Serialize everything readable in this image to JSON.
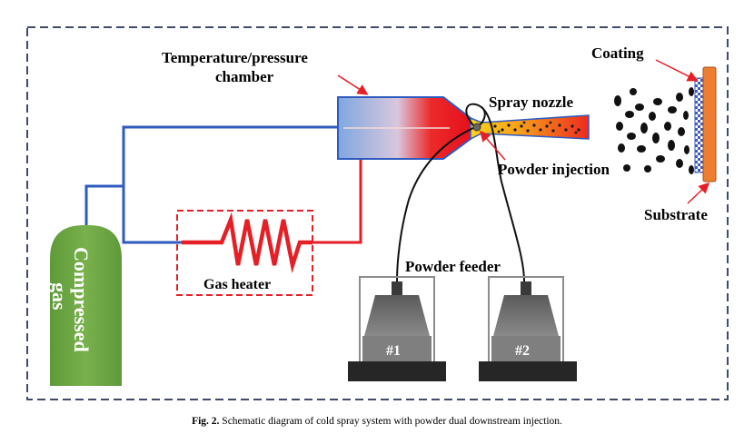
{
  "labels": {
    "chamber_line1": "Temperature/pressure",
    "chamber_line2": "chamber",
    "spray_nozzle": "Spray nozzle",
    "powder_injection": "Powder injection",
    "coating": "Coating",
    "substrate": "Substrate",
    "gas_heater": "Gas heater",
    "powder_feeder": "Powder feeder",
    "feeder_1": "#1",
    "feeder_2": "#2",
    "compressed_line1": "Compressed",
    "compressed_line2": "gas"
  },
  "caption": {
    "fig_label": "Fig. 2.",
    "text": " Schematic diagram of cold spray system with powder dual downstream injection."
  },
  "colors": {
    "gas_line": "#2f5bbf",
    "hot_line": "#e61e25",
    "tank": "#70ad47",
    "substrate": "#ed7d31",
    "feeder_body": "#7f7f7f",
    "feeder_base": "#262626",
    "frame": "#404a6a"
  }
}
